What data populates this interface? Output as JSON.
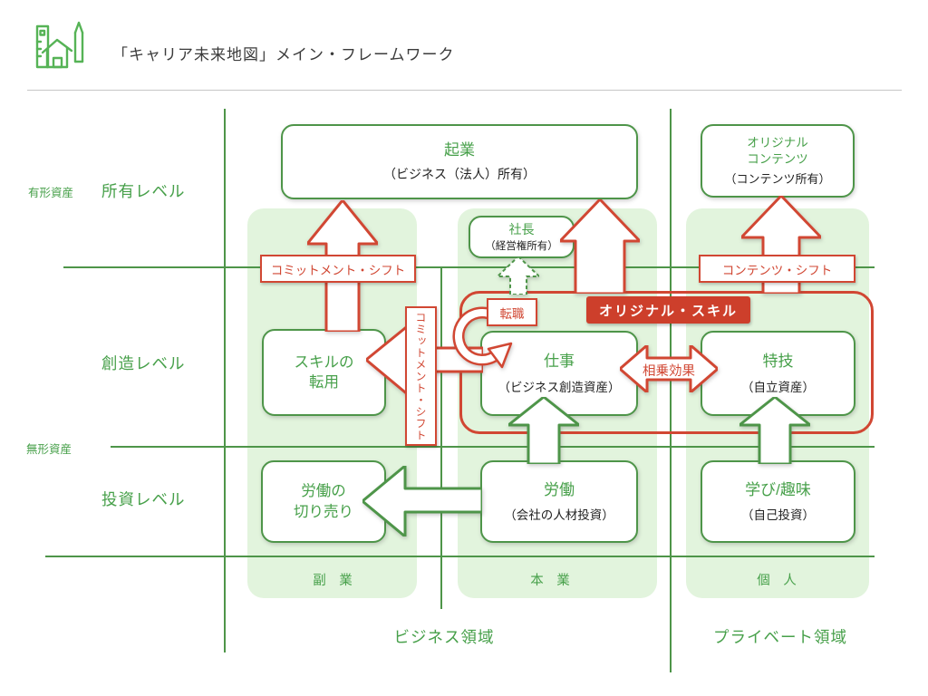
{
  "header": {
    "title": "「キャリア未来地図」メイン・フレームワーク",
    "logo_icon": "city-house-pencil-icon"
  },
  "colors": {
    "green_line": "#4e9549",
    "green_text": "#47a04a",
    "band_green": "#e2f4dd",
    "red": "#d14733",
    "red_fill": "#cd3f2b",
    "text_dark": "#222222"
  },
  "row_labels": {
    "tangible": "有形資産",
    "ownership": "所有レベル",
    "creation": "創造レベル",
    "intangible": "無形資産",
    "investment": "投資レベル"
  },
  "boxes": {
    "startup": {
      "title": "起業",
      "subtitle": "（ビジネス（法人）所有）"
    },
    "original_contents": {
      "title_line1": "オリジナル",
      "title_line2": "コンテンツ",
      "subtitle": "（コンテンツ所有）"
    },
    "president": {
      "title": "社長",
      "subtitle": "（経営権所有）"
    },
    "skill_reuse": {
      "title_line1": "スキルの",
      "title_line2": "転用"
    },
    "work": {
      "title": "仕事",
      "subtitle": "（ビジネス創造資産）"
    },
    "specialty": {
      "title": "特技",
      "subtitle": "（自立資産）"
    },
    "labor_selloff": {
      "title_line1": "労働の",
      "title_line2": "切り売り"
    },
    "labor": {
      "title": "労働",
      "subtitle": "（会社の人材投資）"
    },
    "learning": {
      "title": "学び/趣味",
      "subtitle": "（自己投資）"
    }
  },
  "red_labels": {
    "commitment_shift_h": "コミットメント・シフト",
    "commitment_shift_v": "コミットメント・シフト",
    "contents_shift": "コンテンツ・シフト",
    "job_change": "転職",
    "original_skill": "オリジナル・スキル",
    "synergy": "相乗効果"
  },
  "columns": {
    "side_business": "副　業",
    "main_business": "本　業",
    "personal": "個　人"
  },
  "areas": {
    "business": "ビジネス領域",
    "private": "プライベート領域"
  }
}
